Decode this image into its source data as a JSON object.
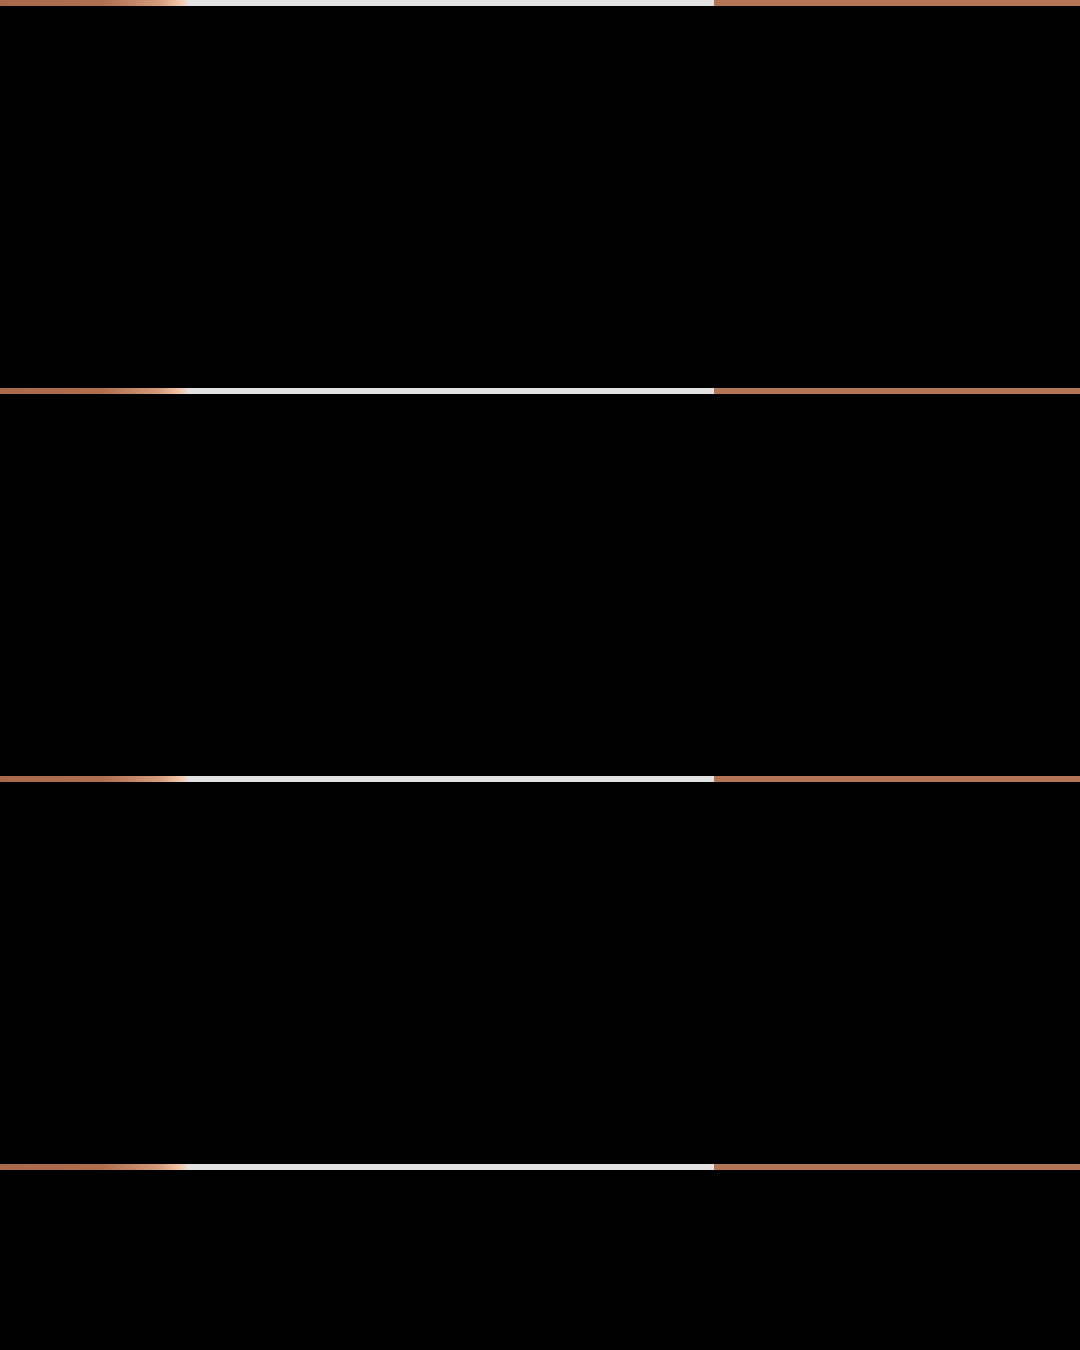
{
  "colors": {
    "background": "#000000",
    "copper": "#b07050",
    "highlight": "#f3c9ad",
    "silver": "#e2e2e2"
  },
  "dividers": [
    {
      "segments": [
        "copper-gradient",
        "silver",
        "copper"
      ]
    },
    {
      "segments": [
        "copper-gradient",
        "silver",
        "copper"
      ]
    },
    {
      "segments": [
        "copper-gradient",
        "silver",
        "copper"
      ]
    },
    {
      "segments": [
        "copper-gradient",
        "silver",
        "copper"
      ]
    }
  ]
}
